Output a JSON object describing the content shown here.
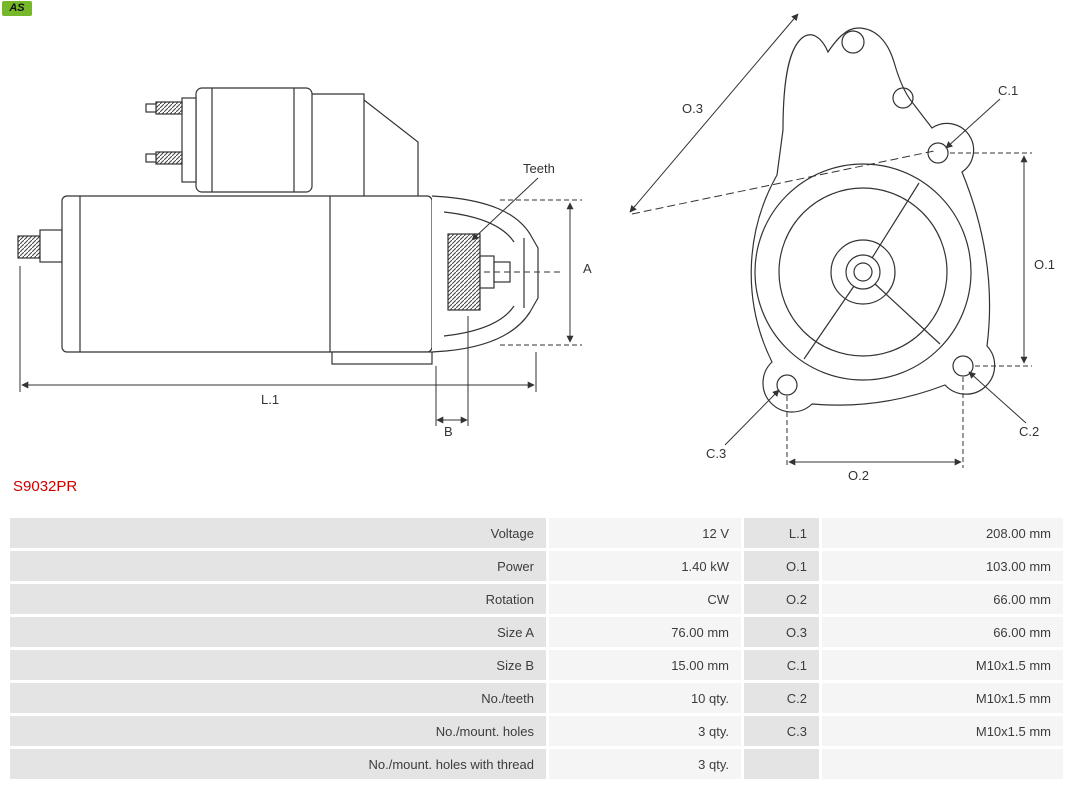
{
  "logo": {
    "text": "AS"
  },
  "part_number": "S9032PR",
  "colors": {
    "part_number_red": "#cc0000",
    "logo_green": "#76b82a",
    "drawing_line": "#333333",
    "table_label_bg": "#e4e4e4",
    "table_value_bg": "#f5f5f5"
  },
  "diagram": {
    "labels": {
      "teeth": "Teeth",
      "a": "A",
      "b": "B",
      "l1": "L.1",
      "o1": "O.1",
      "o2": "O.2",
      "o3": "O.3",
      "c1": "C.1",
      "c2": "C.2",
      "c3": "C.3"
    }
  },
  "spec_table": {
    "rows": [
      {
        "label1": "Voltage",
        "value1": "12 V",
        "label2": "L.1",
        "value2": "208.00 mm"
      },
      {
        "label1": "Power",
        "value1": "1.40 kW",
        "label2": "O.1",
        "value2": "103.00 mm"
      },
      {
        "label1": "Rotation",
        "value1": "CW",
        "label2": "O.2",
        "value2": "66.00 mm"
      },
      {
        "label1": "Size A",
        "value1": "76.00 mm",
        "label2": "O.3",
        "value2": "66.00 mm"
      },
      {
        "label1": "Size B",
        "value1": "15.00 mm",
        "label2": "C.1",
        "value2": "M10x1.5 mm"
      },
      {
        "label1": "No./teeth",
        "value1": "10 qty.",
        "label2": "C.2",
        "value2": "M10x1.5 mm"
      },
      {
        "label1": "No./mount. holes",
        "value1": "3 qty.",
        "label2": "C.3",
        "value2": "M10x1.5 mm"
      },
      {
        "label1": "No./mount. holes with thread",
        "value1": "3 qty.",
        "label2": "",
        "value2": ""
      }
    ]
  }
}
